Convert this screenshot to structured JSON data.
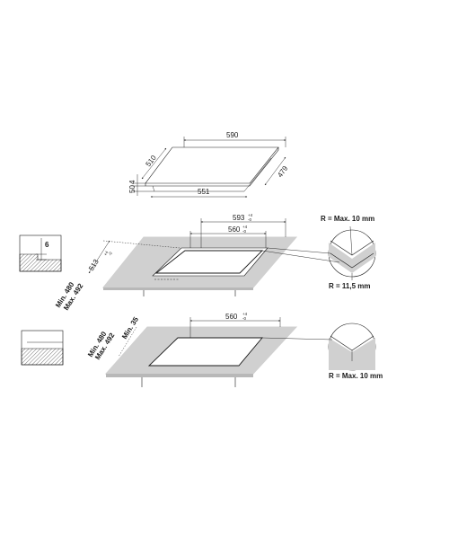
{
  "hob": {
    "width": "590",
    "depth": "510",
    "thickness": "4",
    "height": "50",
    "inner_width": "551",
    "inner_depth": "479"
  },
  "cutout_1": {
    "width": "593",
    "width_tol_plus": "+4",
    "width_tol_minus": "-0",
    "inner_width": "560",
    "inner_tol_plus": "+4",
    "inner_tol_minus": "-0",
    "depth": "513",
    "depth_tol_plus": "+4",
    "depth_tol_minus": "-0",
    "min_depth": "Min. 480",
    "max_depth": "Max. 492",
    "recess": "6",
    "corner_radius_outer": "R = Max. 10 mm",
    "corner_radius_inner": "R = 11,5 mm"
  },
  "cutout_2": {
    "width": "560",
    "width_tol_plus": "+4",
    "width_tol_minus": "-0",
    "min_depth": "Min. 480",
    "max_depth": "Max. 492",
    "min_front": "Min. 35",
    "corner_radius": "R = Max. 10 mm"
  }
}
